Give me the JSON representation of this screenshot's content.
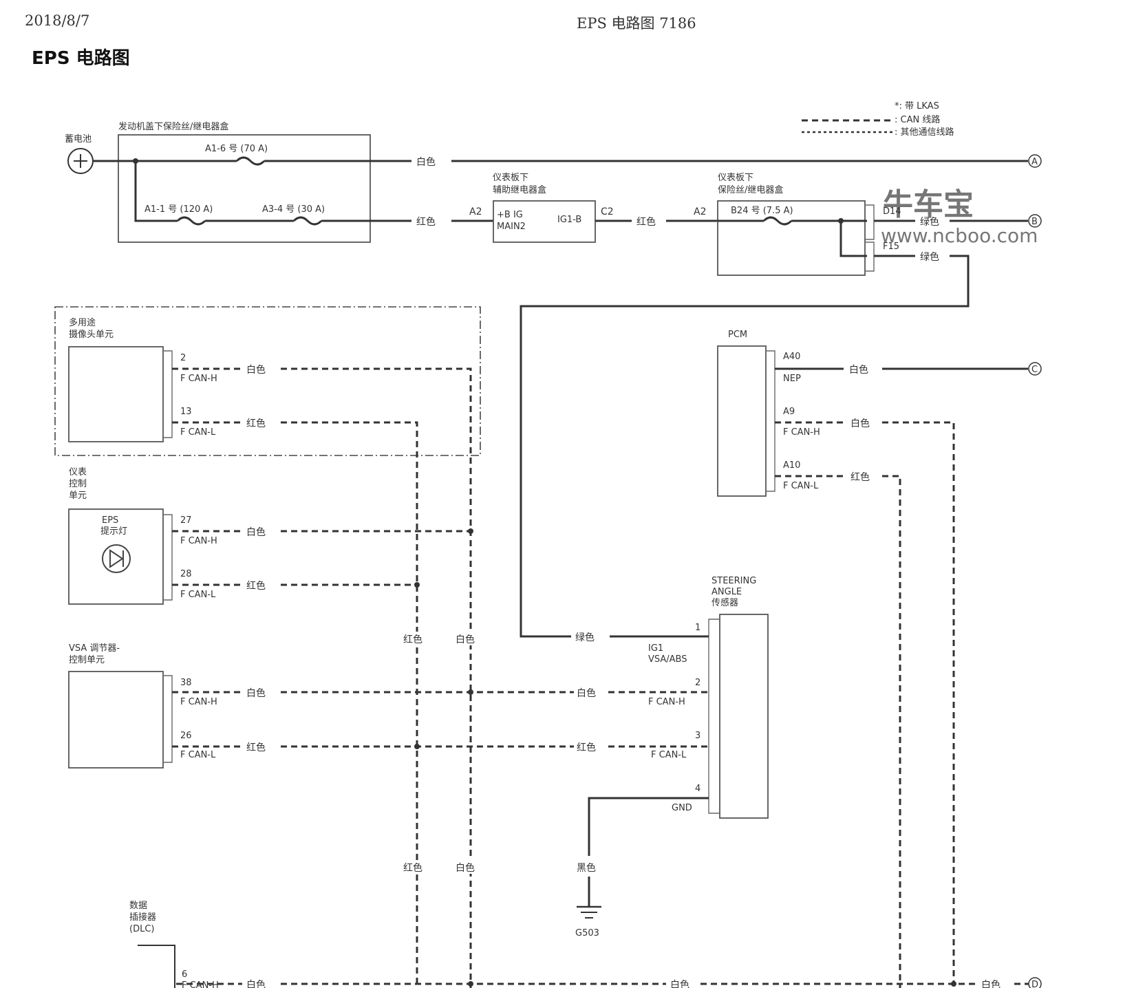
{
  "header": {
    "date": "2018/8/7",
    "center": "EPS 电路图 7186"
  },
  "page_title": "EPS 电路图",
  "legend": {
    "lkas": "*: 带 LKAS",
    "can_line": ": CAN 线路",
    "other_line": ": 其他通信线路"
  },
  "watermark": {
    "brand": "牛车宝",
    "url": "www.ncboo.com"
  },
  "components": {
    "battery": "蓄电池",
    "underhood_box": "发动机盖下保险丝/继电器盒",
    "fuse_a1_6": "A1-6 号 (70 A)",
    "fuse_a1_1": "A1-1 号 (120 A)",
    "fuse_a3_4": "A3-4 号 (30 A)",
    "aux_relay_box_1": "仪表板下",
    "aux_relay_box_2": "辅助继电器盒",
    "relay_in": "+B IG",
    "relay_in2": "MAIN2",
    "relay_out": "IG1-B",
    "dash_fuse_box_1": "仪表板下",
    "dash_fuse_box_2": "保险丝/继电器盒",
    "fuse_b24": "B24 号 (7.5 A)",
    "multi_cam_1": "多用途",
    "multi_cam_2": "摄像头单元",
    "gauge_1": "仪表",
    "gauge_2": "控制",
    "gauge_3": "单元",
    "eps_lamp_1": "EPS",
    "eps_lamp_2": "提示灯",
    "vsa_1": "VSA 调节器-",
    "vsa_2": "控制单元",
    "dlc_1": "数据",
    "dlc_2": "插接器",
    "dlc_3": "(DLC)",
    "pcm": "PCM",
    "sensor_1": "STEERING",
    "sensor_2": "ANGLE",
    "sensor_3": "传感器",
    "ground": "G503"
  },
  "pins": {
    "a2_1": "A2",
    "c2": "C2",
    "a2_2": "A2",
    "d14": "D14",
    "f15": "F15",
    "mc_2": "2",
    "mc_13": "13",
    "g_27": "27",
    "g_28": "28",
    "v_38": "38",
    "v_26": "26",
    "d_6": "6",
    "p_a40": "A40",
    "p_a9": "A9",
    "p_a10": "A10",
    "s_1": "1",
    "s_2": "2",
    "s_3": "3",
    "s_4": "4"
  },
  "signals": {
    "fcanh": "F CAN-H",
    "fcanl": "F CAN-L",
    "nep": "NEP",
    "ig1_1": "IG1",
    "ig1_2": "VSA/ABS",
    "gnd": "GND"
  },
  "wire_colors": {
    "white": "白色",
    "red": "红色",
    "green": "绿色",
    "black": "黑色"
  },
  "connectors": {
    "a": "A",
    "b": "B",
    "c": "C",
    "d": "D"
  }
}
